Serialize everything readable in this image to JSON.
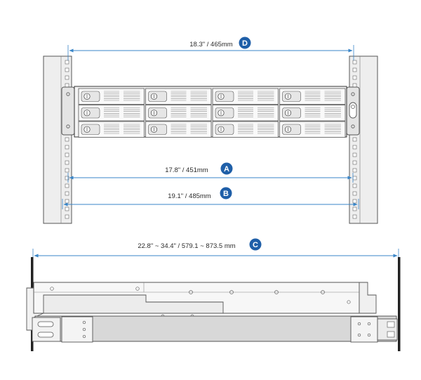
{
  "dimensions": {
    "D": {
      "badge": "D",
      "label": "18.3\" / 465mm"
    },
    "A": {
      "badge": "A",
      "label": "17.8\" / 451mm"
    },
    "B": {
      "badge": "B",
      "label": "19.1\" / 485mm"
    },
    "C": {
      "badge": "C",
      "label": "22.8\" ~ 34.4\" / 579.1 ~ 873.5 mm"
    }
  },
  "colors": {
    "dimension_line": "#3a86c8",
    "badge_fill": "#1f5fa8",
    "outline": "#555555",
    "fill_light": "#eeeeee",
    "fill_mid": "#dadada"
  }
}
